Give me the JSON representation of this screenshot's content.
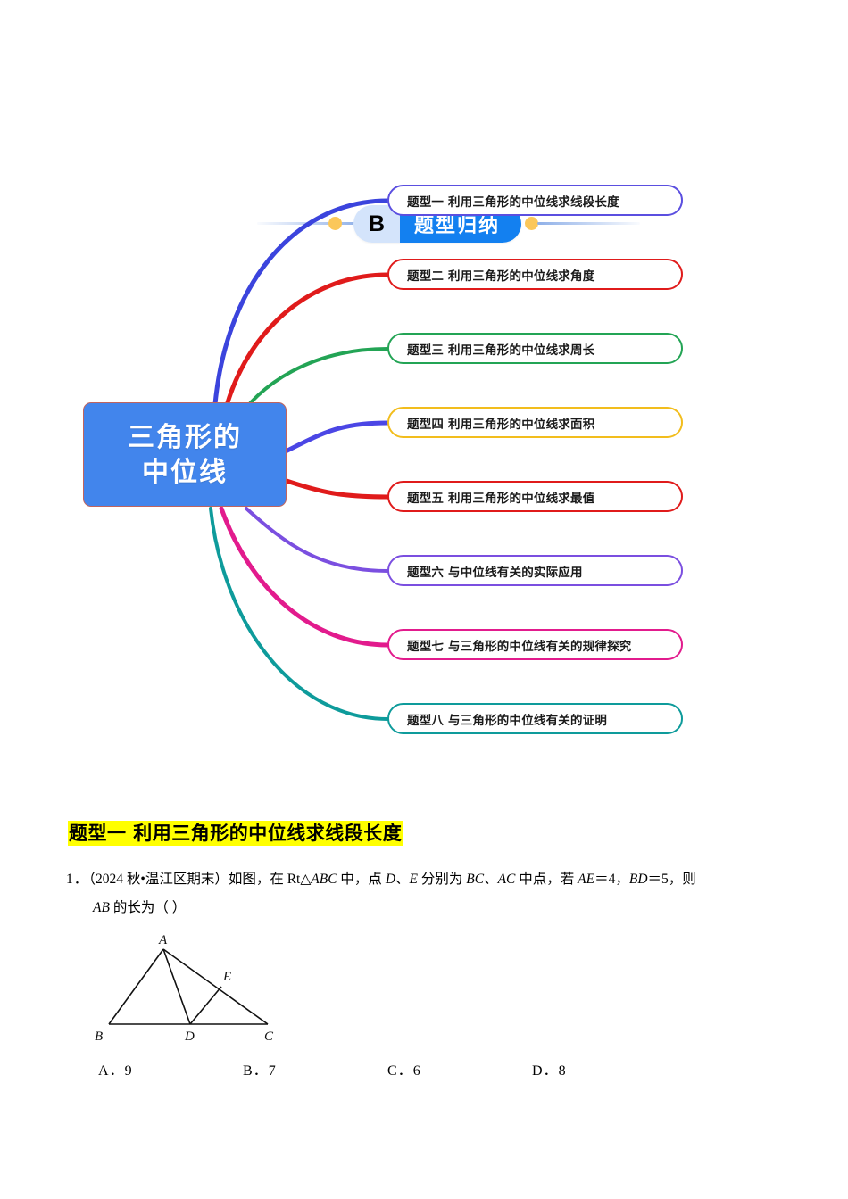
{
  "banner": {
    "letter": "B",
    "title": "题型归纳",
    "colors": {
      "letter_bg": "#d4e4fb",
      "title_bg": "#1380f0",
      "dot": "#fbc75a"
    }
  },
  "mindmap": {
    "center": {
      "line1": "三角形的",
      "line2": "中位线",
      "bg": "#4285ec"
    },
    "branches": [
      {
        "label": "题型一 利用三角形的中位线求线段长度",
        "box_color": "#5b4fe0",
        "line_color": "#3b44dd"
      },
      {
        "label": "题型二 利用三角形的中位线求角度",
        "box_color": "#e01b1b",
        "line_color": "#e01b1b"
      },
      {
        "label": "题型三 利用三角形的中位线求周长",
        "box_color": "#23a455",
        "line_color": "#23a455"
      },
      {
        "label": "题型四 利用三角形的中位线求面积",
        "box_color": "#f2bd1d",
        "line_color": "#4b46e5"
      },
      {
        "label": "题型五  利用三角形的中位线求最值",
        "box_color": "#e01b1b",
        "line_color": "#e01b1b"
      },
      {
        "label": "题型六  与中位线有关的实际应用",
        "box_color": "#7b4fe0",
        "line_color": "#7b4fe0"
      },
      {
        "label": "题型七  与三角形的中位线有关的规律探究",
        "box_color": "#e21b8d",
        "line_color": "#e21b8d"
      },
      {
        "label": "题型八  与三角形的中位线有关的证明",
        "box_color": "#0e9b9b",
        "line_color": "#0e9b9b"
      }
    ]
  },
  "section": {
    "heading": "题型一  利用三角形的中位线求线段长度",
    "highlight_color": "#ffff00"
  },
  "question": {
    "number": "1．",
    "line1_a": "（2024 秋•温江区期末）如图，在 Rt△",
    "line1_b": "ABC",
    "line1_c": " 中，点 ",
    "line1_d": "D",
    "line1_e": "、",
    "line1_f": "E",
    "line1_g": " 分别为 ",
    "line1_h": "BC",
    "line1_i": "、",
    "line1_j": "AC",
    "line1_k": " 中点，若 ",
    "line1_l": "AE",
    "line1_m": "＝4，",
    "line1_n": "BD",
    "line1_o": "＝5，则",
    "line2_a": "AB",
    "line2_b": " 的长为（     ）",
    "figure_labels": {
      "A": "A",
      "B": "B",
      "C": "C",
      "D": "D",
      "E": "E"
    },
    "options": [
      {
        "letter": "A．",
        "value": "9"
      },
      {
        "letter": "B．",
        "value": "7"
      },
      {
        "letter": "C．",
        "value": "6"
      },
      {
        "letter": "D．",
        "value": "8"
      }
    ]
  }
}
